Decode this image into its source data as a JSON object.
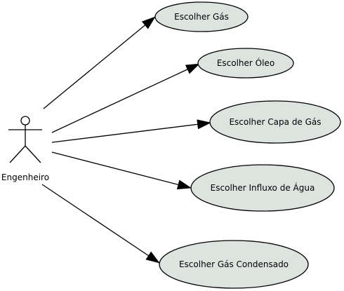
{
  "diagram": {
    "type": "uml-use-case",
    "colors": {
      "background": "#ffffff",
      "usecase_fill": "#dde4e0",
      "line": "#000000"
    },
    "actor": {
      "label": "Engenheiro",
      "icon": "stick-figure-icon"
    },
    "use_cases": [
      {
        "id": "uc1",
        "label": "Escolher Gás"
      },
      {
        "id": "uc2",
        "label": "Escolher Óleo"
      },
      {
        "id": "uc3",
        "label": "Escolher Capa de Gás"
      },
      {
        "id": "uc4",
        "label": "Escolher Influxo de Água"
      },
      {
        "id": "uc5",
        "label": "Escolher Gás Condensado"
      }
    ],
    "associations": [
      {
        "from": "actor",
        "to": "uc1"
      },
      {
        "from": "actor",
        "to": "uc2"
      },
      {
        "from": "actor",
        "to": "uc3"
      },
      {
        "from": "actor",
        "to": "uc4"
      },
      {
        "from": "actor",
        "to": "uc5"
      }
    ]
  }
}
